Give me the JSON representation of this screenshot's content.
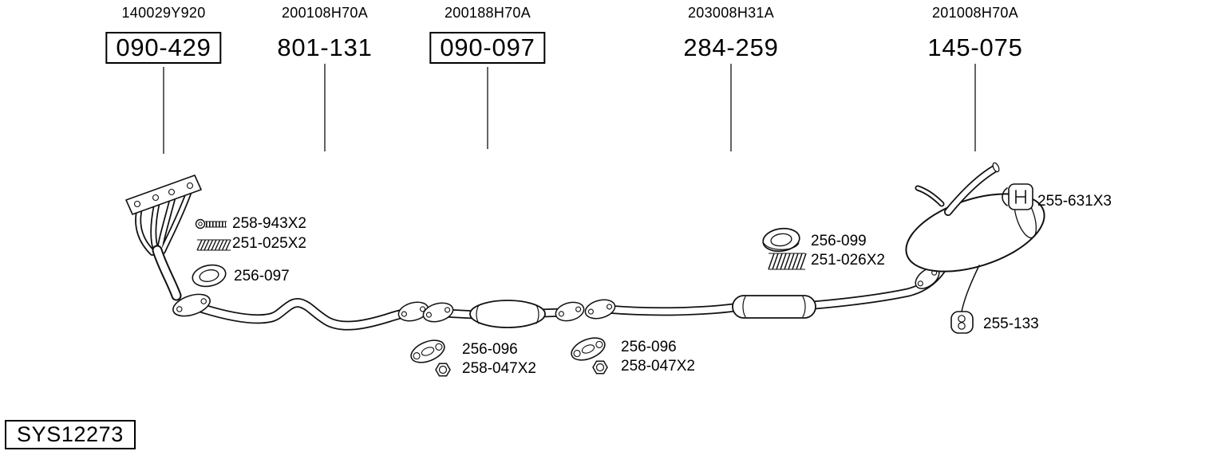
{
  "diagram": {
    "system_id": "SYS12273",
    "columns": [
      {
        "oem": "140029Y920",
        "part": "090-429",
        "boxed": true
      },
      {
        "oem": "200108H70A",
        "part": "801-131",
        "boxed": false
      },
      {
        "oem": "200188H70A",
        "part": "090-097",
        "boxed": true
      },
      {
        "oem": "203008H31A",
        "part": "284-259",
        "boxed": false
      },
      {
        "oem": "201008H70A",
        "part": "145-075",
        "boxed": false
      }
    ],
    "callouts": [
      {
        "label": "258-943X2",
        "icon": "bolt-icon"
      },
      {
        "label": "251-025X2",
        "icon": "spring-icon"
      },
      {
        "label": "256-097",
        "icon": "ring-gasket-icon"
      },
      {
        "label": "256-096",
        "icon": "flange-gasket-icon"
      },
      {
        "label": "258-047X2",
        "icon": "nut-icon"
      },
      {
        "label": "256-096",
        "icon": "flange-gasket-icon"
      },
      {
        "label": "258-047X2",
        "icon": "nut-icon"
      },
      {
        "label": "256-099",
        "icon": "ring-gasket-icon"
      },
      {
        "label": "251-026X2",
        "icon": "spring-icon"
      },
      {
        "label": "255-631X3",
        "icon": "clamp-icon"
      },
      {
        "label": "255-133",
        "icon": "rubber-hanger-icon"
      }
    ]
  }
}
